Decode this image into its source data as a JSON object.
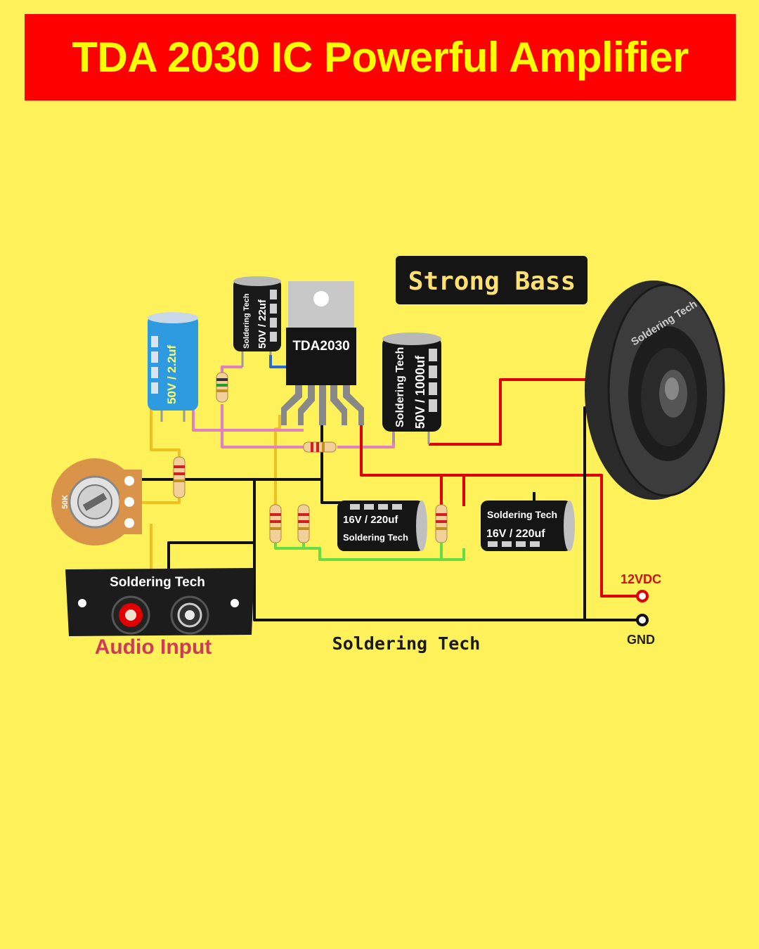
{
  "title": "TDA 2030 IC Powerful Amplifier",
  "badge": "Strong Bass",
  "ic_label": "TDA2030",
  "brand": "Soldering Tech",
  "caps": {
    "c_blue": "50V / 2.2uf",
    "c_small": "50V / 22uf",
    "c_big": "50V / 1000uf",
    "c_mid1": "16V / 220uf",
    "c_mid2": "16V / 220uf"
  },
  "pot_label": "50K",
  "audio_input": "Audio Input",
  "supply": "12VDC",
  "ground": "GND",
  "footer_brand": "Soldering Tech",
  "colors": {
    "background": "#fff159",
    "title_bg": "#ff0000",
    "title_text": "#ffff00",
    "positive": "#e00000",
    "ground": "#000000"
  }
}
